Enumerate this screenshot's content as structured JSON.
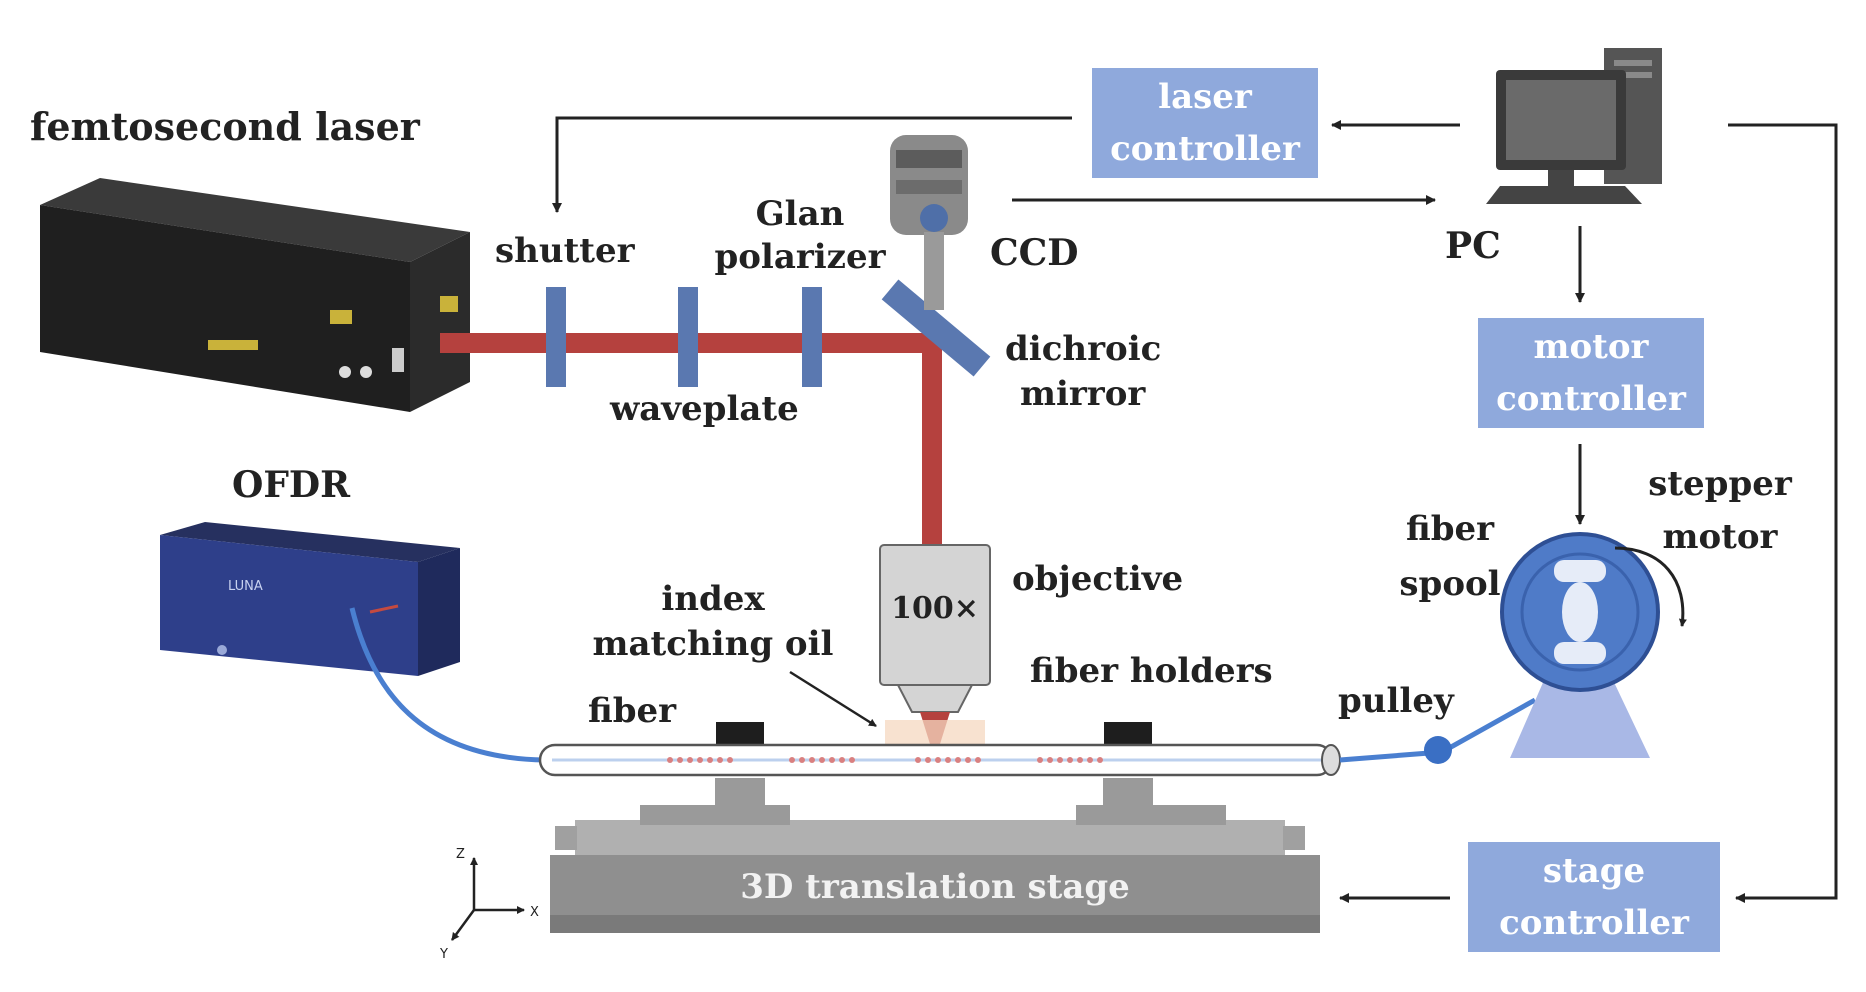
{
  "labels": {
    "femtosecond_laser": "femtosecond laser",
    "shutter": "shutter",
    "glan_polarizer_line1": "Glan",
    "glan_polarizer_line2": "polarizer",
    "ccd": "CCD",
    "dichroic_mirror_line1": "dichroic",
    "dichroic_mirror_line2": "mirror",
    "waveplate": "waveplate",
    "pc": "PC",
    "ofdr": "OFDR",
    "objective": "objective",
    "objective_mag": "100×",
    "index_matching_oil_line1": "index",
    "index_matching_oil_line2": "matching oil",
    "fiber_holders": "fiber holders",
    "fiber": "fiber",
    "fiber_spool_line1": "fiber",
    "fiber_spool_line2": "spool",
    "stepper_motor_line1": "stepper",
    "stepper_motor_line2": "motor",
    "pulley": "pulley",
    "stage": "3D translation stage",
    "ofdr_brand": "LUNA",
    "axis_z": "Z",
    "axis_x": "X",
    "axis_y": "Y"
  },
  "controllers": {
    "laser": {
      "line1": "laser",
      "line2": "controller"
    },
    "motor": {
      "line1": "motor",
      "line2": "controller"
    },
    "stage": {
      "line1": "stage",
      "line2": "controller"
    }
  },
  "colors": {
    "beam": "#b5413e",
    "optic": "#5a78b0",
    "controller_box": "#8fa9dc",
    "fiber_cable": "#4a7fd0",
    "motor_body": "#4f7bc8",
    "stage": "#8f8f8f"
  }
}
